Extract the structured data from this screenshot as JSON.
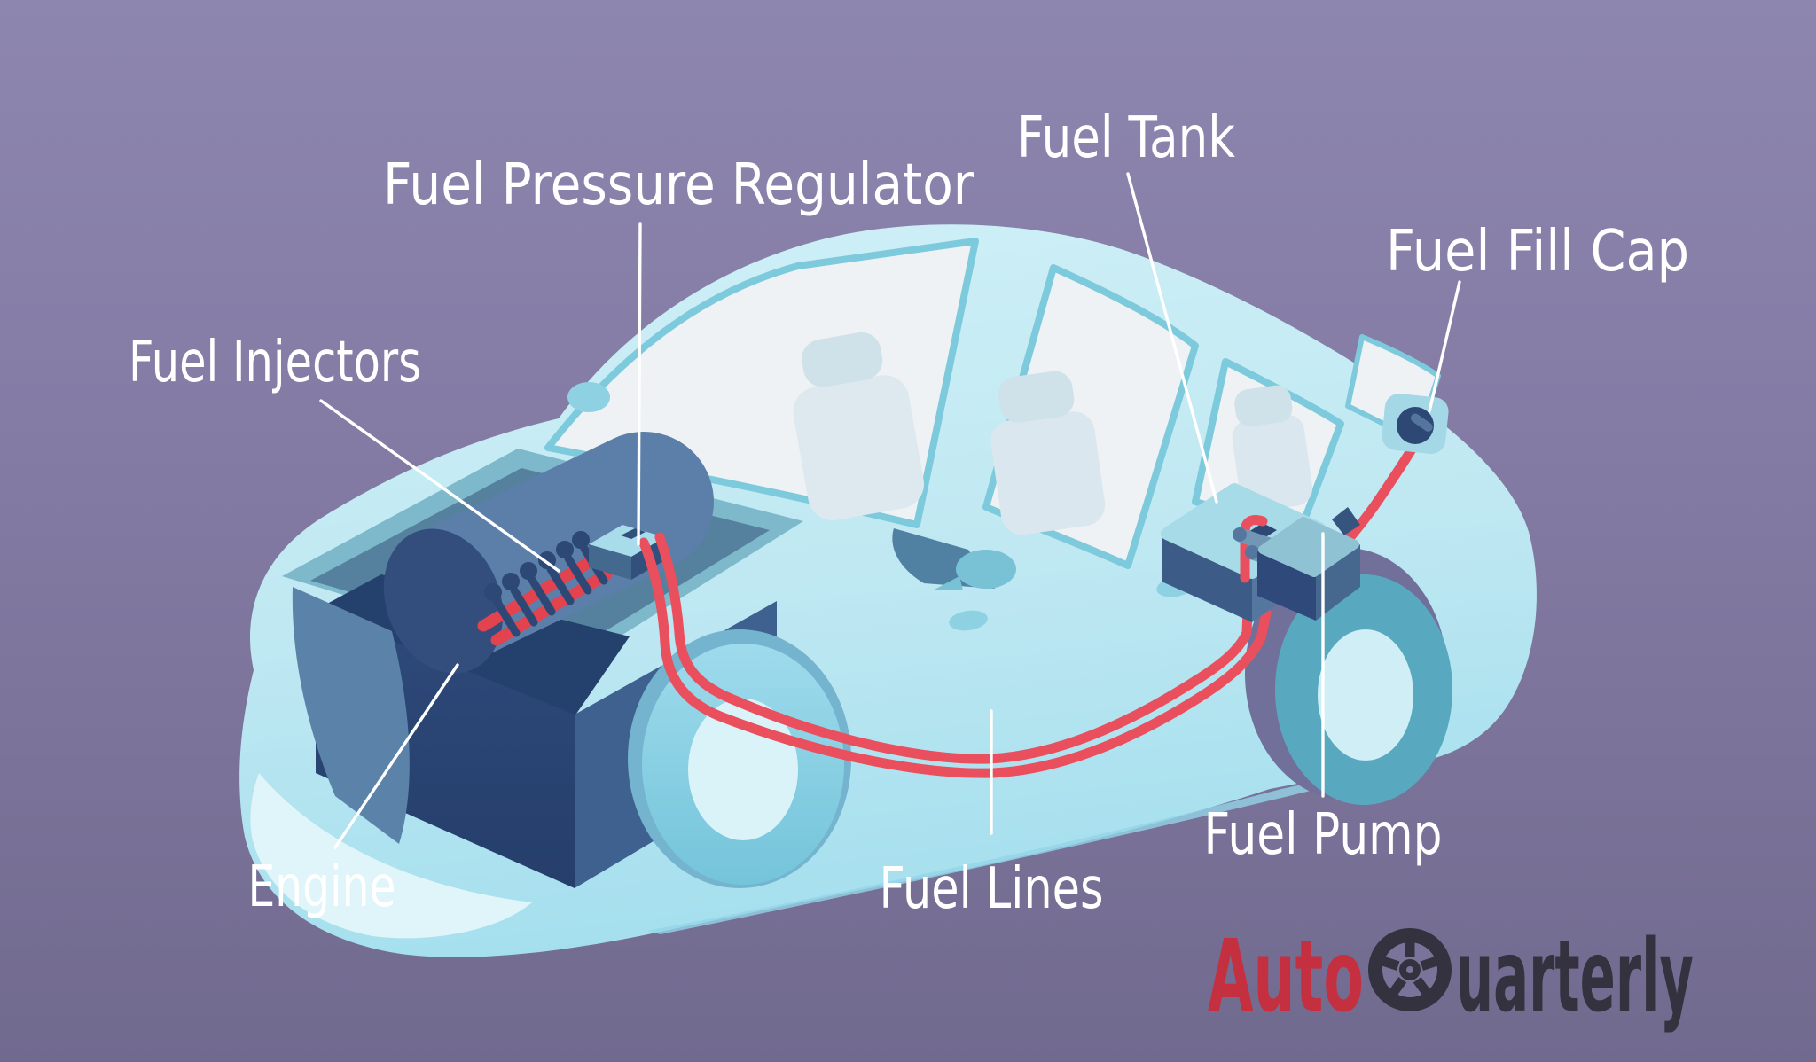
{
  "scene": {
    "description": "Isometric cutaway diagram of a car fuel system",
    "background_top": "#8d86ae",
    "background_bottom": "#716a8f"
  },
  "labels": {
    "fuel_pressure_regulator": "Fuel Pressure Regulator",
    "fuel_tank": "Fuel Tank",
    "fuel_fill_cap": "Fuel Fill Cap",
    "fuel_injectors": "Fuel Injectors",
    "engine": "Engine",
    "fuel_lines": "Fuel Lines",
    "fuel_pump": "Fuel Pump"
  },
  "logo": {
    "brand": "AutoQuarterly",
    "part_red": "Auto",
    "part_dark": "uarterly",
    "accent_color": "#c4303f",
    "dark_color": "#33323e",
    "q_icon": "tire-wheel-icon"
  },
  "colors": {
    "label_text": "#ffffff",
    "leader_line": "#ffffff",
    "car_body_light": "#cdeff7",
    "car_body": "#bfe8f2",
    "car_body_deep": "#a9e0ee",
    "pillar_teal": "#7ecadd",
    "glass_white": "#eff2f4",
    "seat_gray": "#cfe1e9",
    "engine_navy": "#2b4573",
    "engine_blue": "#5b7fa9",
    "bay_teal": "#7db9cb",
    "fuel_line_red": "#ea4f5e",
    "tank_top": "#a7dbe8",
    "tank_front": "#3c5c87",
    "wheel_teal": "#58a9c0",
    "wheel_inner": "#cfeef5"
  }
}
